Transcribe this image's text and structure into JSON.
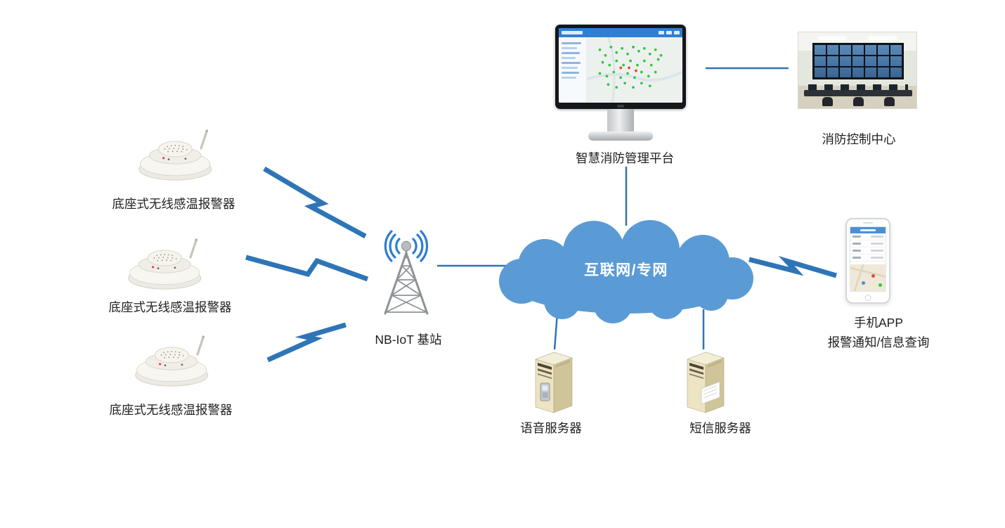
{
  "diagram": {
    "cloud": {
      "label": "互联网/专网"
    },
    "sensors": [
      {
        "label": "底座式无线感温报警器"
      },
      {
        "label": "底座式无线感温报警器"
      },
      {
        "label": "底座式无线感温报警器"
      }
    ],
    "base_station": {
      "label": "NB-IoT 基站"
    },
    "platform": {
      "label": "智慧消防管理平台"
    },
    "control_center": {
      "label": "消防控制中心"
    },
    "phone_app": {
      "line1": "手机APP",
      "line2": "报警通知/信息查询"
    },
    "voice_server": {
      "label": "语音服务器"
    },
    "sms_server": {
      "label": "短信服务器"
    },
    "colors": {
      "cloud_fill": "#5b9bd5",
      "connector": "#2e75b6",
      "wave": "#2d7dd2"
    }
  }
}
